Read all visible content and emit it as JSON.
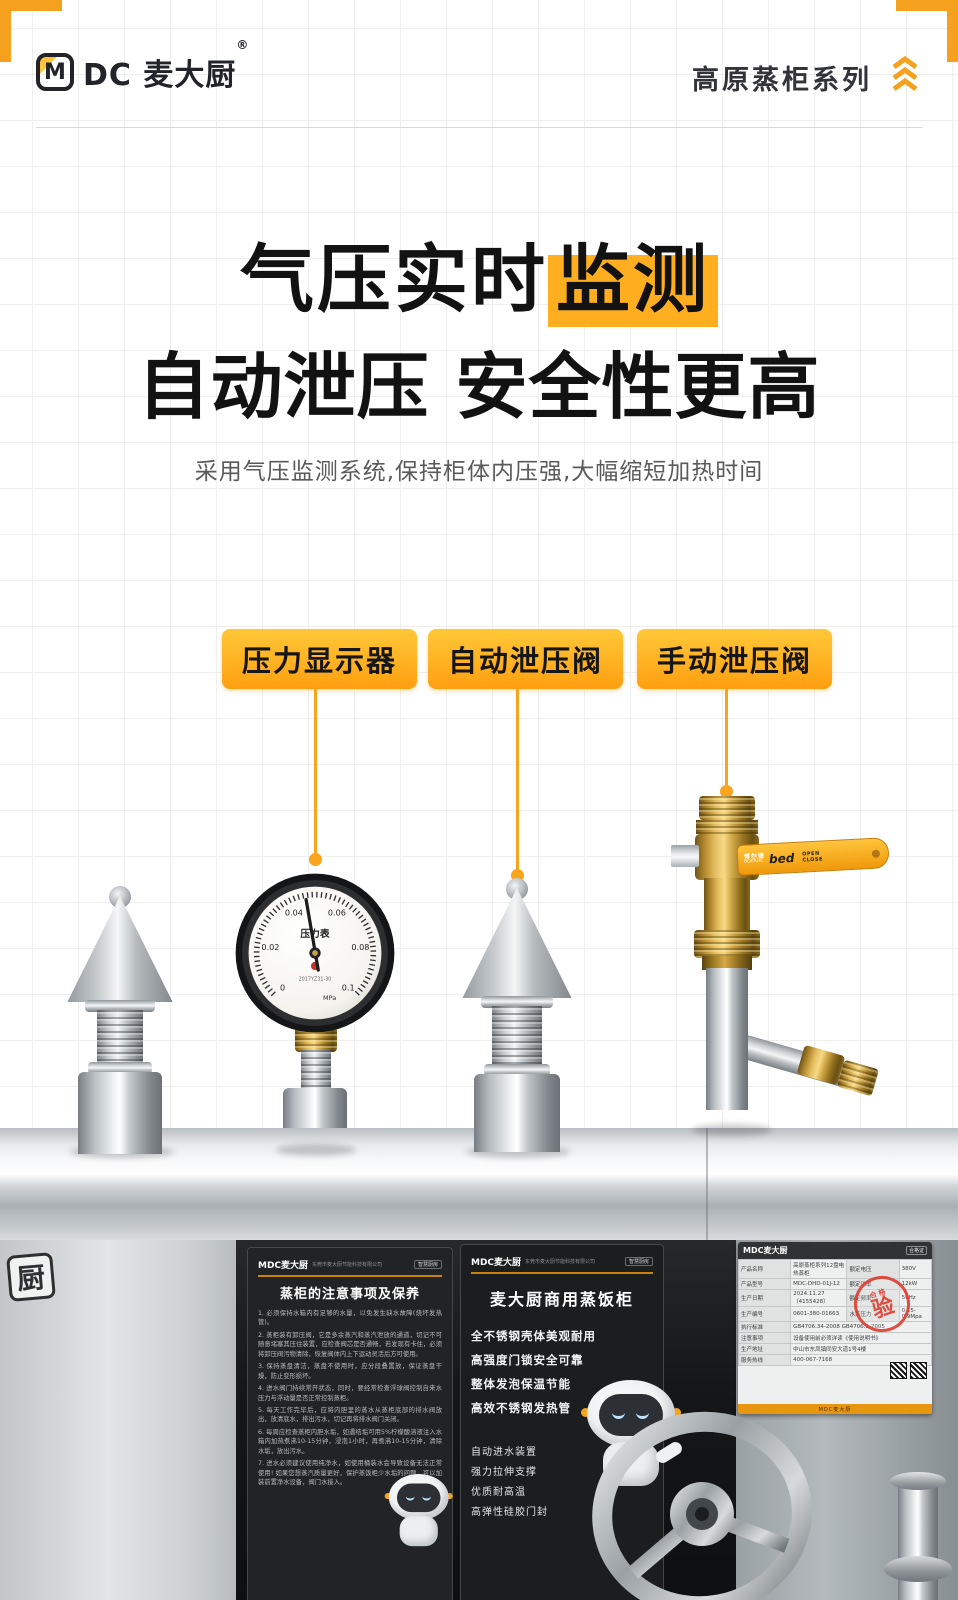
{
  "colors": {
    "accent_orange": "#F6A11E",
    "highlight_yellow": "#FFAE1F",
    "door_black": "#151719",
    "brass": "#D9B25F"
  },
  "brand": {
    "logo_m": "M",
    "logo_rest": "DC",
    "name": "麦大厨",
    "reg": "®",
    "series": "高原蒸柜系列"
  },
  "hero": {
    "title1_prefix": "气压实时",
    "title1_highlight": "监测",
    "title2": "自动泄压 安全性更高",
    "subtitle": "采用气压监测系统,保持柜体内压强,大幅缩短加热时间"
  },
  "callouts": {
    "pressure_display": "压力显示器",
    "auto_relief": "自动泄压阀",
    "manual_relief": "手动泄压阀"
  },
  "gauge": {
    "name": "压力表",
    "tick_0": "0",
    "tick_002": "0.02",
    "tick_004": "0.04",
    "tick_006": "0.06",
    "tick_008": "0.08",
    "tick_01": "0.1",
    "unit": "MPa",
    "code": "2017YZ31-30"
  },
  "handle": {
    "brand_cn": "博尔德",
    "brand_en": "BOERDE",
    "logo": "bed",
    "open": "OPEN",
    "close": "CLOSE"
  },
  "door_seal": "厨",
  "care_sticker": {
    "brand": "MDC麦大厨",
    "company": "东莞市麦大厨节能科技有限公司",
    "badge": "智慧厨房",
    "title": "蒸柜的注意事项及保养",
    "items": [
      "1. 必须保持水箱内有足够的水量，以免发生缺水故障(烧坏发热管)。",
      "2. 蒸柜装有卸压阀，它是多余蒸汽和蒸汽泄放的通道，切记不可随意堵塞其压住装置，应检查阀芯是否通畅，若发现有卡住，必须将卸压阀污物清除，恢复阀体内上下运动灵活后方可使用。",
      "3. 保持蒸盘清洁，蒸盘不使用时，应分段叠置放，保证蒸盘干燥，防止变形损坏。",
      "4. 进水阀门持续常开状态，同时，要经常检查浮球阀控制自来水压力与浮动量是否正常控制蒸柜。",
      "5. 每天工作完毕后，应将内胆里的蒸水从蒸柜底部的排水阀放出，放清底水，排出污水，切记再将排水阀门关闭。",
      "6. 每周应检查蒸柜内胆水垢，如遇结垢可用5%柠檬酸溶液注入水箱内加热煮沸10-15分钟，浸泡1小时，再煮沸10-15分钟，清除水垢，放出污水。",
      "7. 进水必须建议使用纯净水，如使用桶装水会导致设备无法正常使用! 如果您想蒸汽质量更好，保护蒸饭柜少水垢的问题，可以加装前置净水设备，阀门水接入。"
    ]
  },
  "product_sticker": {
    "brand": "MDC麦大厨",
    "company": "东莞市麦大厨节能科技有限公司",
    "badge": "智慧厨房",
    "title": "麦大厨商用蒸饭柜",
    "features": [
      "全不锈钢壳体美观耐用",
      "高强度门锁安全可靠",
      "整体发泡保温节能",
      "高效不锈钢发热管"
    ],
    "features2": [
      "自动进水装置",
      "强力拉伸支撑",
      "优质耐高温",
      "高弹性硅胶门封"
    ]
  },
  "spec_label": {
    "brand": "MDC麦大厨",
    "cert": "合格证",
    "rows": [
      [
        "产品名称",
        "高原蒸柜系列12盘电热蒸柜",
        "额定电压",
        "380V"
      ],
      [
        "产品型号",
        "MDC-DHD-01J-12",
        "额定功率",
        "12kW"
      ],
      [
        "生产日期",
        "2024.11.27（4155428）",
        "额定频率",
        "50Hz"
      ],
      [
        "生产编号",
        "0601-380-01663",
        "水蒸压力",
        "0.15-0.9Mpa"
      ],
      [
        "执行标准",
        "GB4706.34-2008  GB4706.1-2005"
      ],
      [
        "注意事项",
        "设备使用前必须详读《使用说明书》"
      ],
      [
        "生产地址",
        "中山市东凤镇同安大道1号4楼"
      ],
      [
        "服务热线",
        "400-067-7168"
      ]
    ],
    "stamp_sub": "合格",
    "stamp_main": "验",
    "footer": "MDC麦大厨"
  }
}
